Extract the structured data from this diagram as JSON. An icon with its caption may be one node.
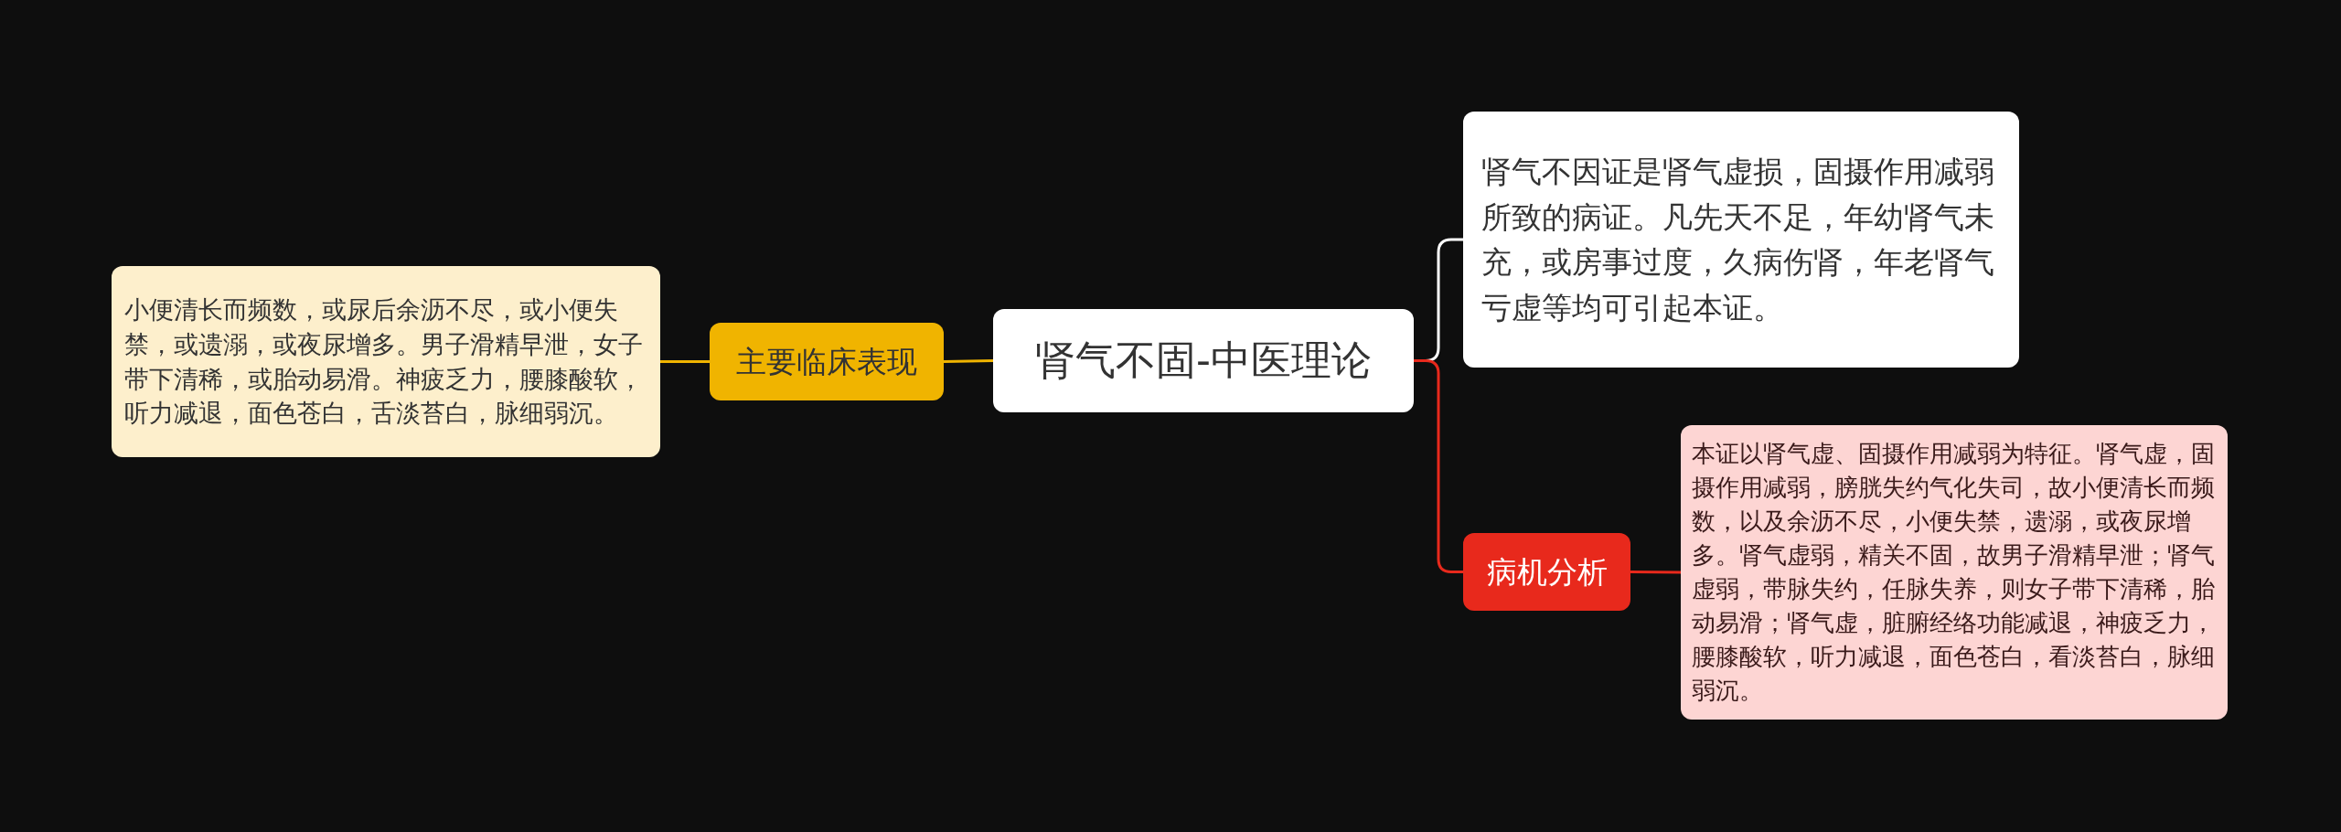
{
  "diagram": {
    "nodes": [
      {
        "text": [
          "肾气不固-中医理论"
        ]
      },
      {
        "text": [
          "肾气不因证是肾气虚损，固摄作用减弱所致的病证。凡先天不足，年幼肾气未充，或房事过度，久病伤肾，年老肾气亏虚等均可引起本证。"
        ]
      },
      {
        "text": [
          "病机分析"
        ]
      },
      {
        "text": [
          "本证以肾气虚、固摄作用减弱为特征。肾气虚，固摄作用减弱，膀胱失约气化失司，故小便清长而频数，以及余沥不尽，小便失禁，遗溺，或夜尿增多。肾气虚弱，精关不固，故男子滑精早泄；肾气虚弱，带脉失约，任脉失养，则女子带下清稀，胎动易滑；肾气虚，脏腑经络功能减退，神疲乏力，腰膝酸软，听力减退，面色苍白，看淡苔白，脉细弱沉。"
        ]
      },
      {
        "text": [
          "主要临床表现"
        ]
      },
      {
        "text": [
          "小便清长而频数，或尿后余沥不尽，或小便失禁，或遗溺，或夜尿增多。男子滑精早泄，女子带下清稀，或胎动易滑。神疲乏力，腰膝酸软，听力减退，面色苍白，舌淡苔白，脉细弱沉。"
        ]
      }
    ],
    "edges": [
      {
        "from": 0,
        "to": 1,
        "arrow": "none",
        "color": "#ffffff"
      },
      {
        "from": 0,
        "to": 2,
        "arrow": "none",
        "color": "#e8291c"
      },
      {
        "from": 2,
        "to": 3,
        "arrow": "none",
        "color": "#e8291c"
      },
      {
        "from": 0,
        "to": 4,
        "arrow": "none",
        "color": "#f0b400"
      },
      {
        "from": 4,
        "to": 5,
        "arrow": "none",
        "color": "#f0b400"
      }
    ]
  }
}
